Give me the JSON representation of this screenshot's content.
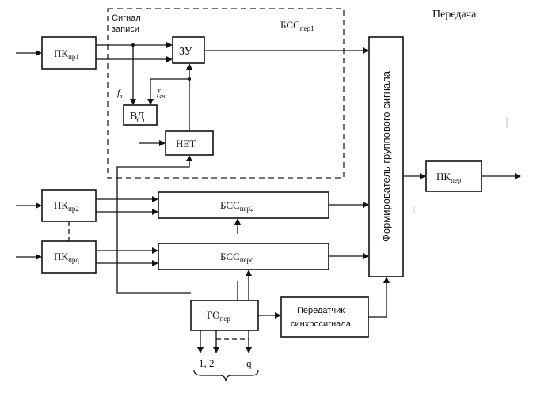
{
  "header": {
    "title": "Передача"
  },
  "group_block": {
    "main": "БСС",
    "sub": "пер1",
    "signal_label_line1": "Сигнал",
    "signal_label_line2": "записи"
  },
  "blocks": {
    "pk1": {
      "main": "ПК",
      "sub": "пр1"
    },
    "pk2": {
      "main": "ПК",
      "sub": "пр2"
    },
    "pkq": {
      "main": "ПК",
      "sub": "прq"
    },
    "zu": {
      "label": "ЗУ"
    },
    "vd": {
      "label": "ВД"
    },
    "net": {
      "label": "НЕТ"
    },
    "bss2": {
      "main": "БСС",
      "sub": "пер2"
    },
    "bssq": {
      "main": "БСС",
      "sub": "перq"
    },
    "go": {
      "main": "ГО",
      "sub": "пер"
    },
    "transmitter": {
      "line1": "Передатчик",
      "line2": "синхросигнала"
    },
    "former": {
      "label": "Формирователь группового сигнала"
    },
    "pk_out": {
      "main": "ПК",
      "sub": "пер"
    }
  },
  "signals": {
    "fz": {
      "main": "f",
      "sub": "з"
    },
    "fsch": {
      "main": "f",
      "sub": "сч"
    }
  },
  "outputs": {
    "label12": "1, 2",
    "labelq": "q"
  }
}
